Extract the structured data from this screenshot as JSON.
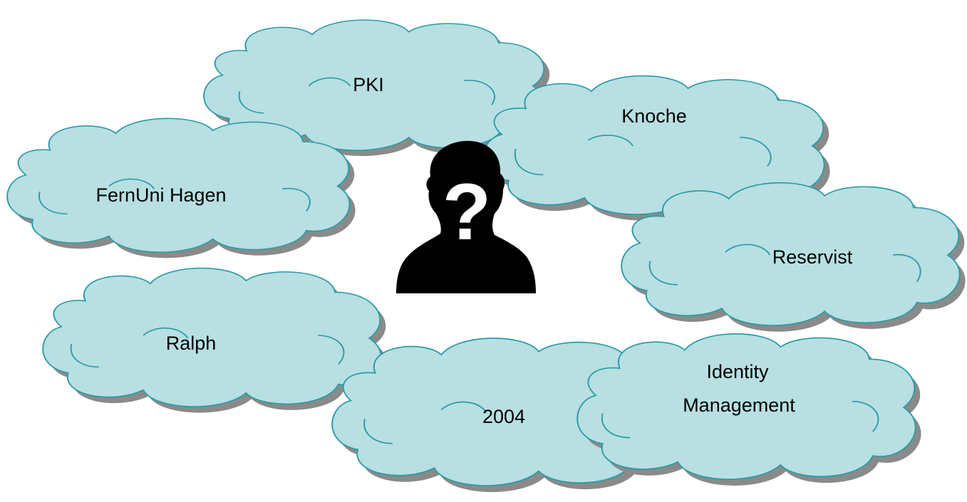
{
  "colors": {
    "cloud_fill": "#b8dfe2",
    "cloud_stroke": "#2a9ca6",
    "cloud_shadow": "#8a8a8a",
    "silhouette": "#000000",
    "question_mark": "#ffffff"
  },
  "center": {
    "icon": "unknown-person-silhouette-icon",
    "symbol": "?"
  },
  "clouds": [
    {
      "id": "pki",
      "text_lines": [
        "PKI"
      ]
    },
    {
      "id": "knoche",
      "text_lines": [
        "Knoche"
      ]
    },
    {
      "id": "fernuni",
      "text_lines": [
        "FernUni Hagen"
      ]
    },
    {
      "id": "reservist",
      "text_lines": [
        "Reservist"
      ]
    },
    {
      "id": "ralph",
      "text_lines": [
        "Ralph"
      ]
    },
    {
      "id": "year",
      "text_lines": [
        "2004"
      ]
    },
    {
      "id": "identity",
      "text_lines": [
        "Identity",
        "Management"
      ]
    }
  ]
}
